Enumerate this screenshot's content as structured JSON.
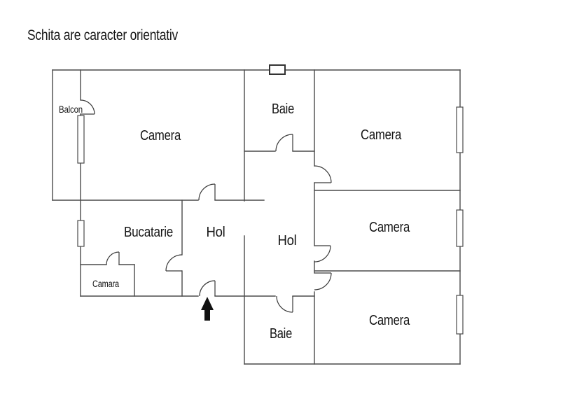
{
  "title": "Schita are caracter orientativ",
  "colors": {
    "background": "#ffffff",
    "wall": "#4a4a4a",
    "text": "#161616",
    "entrance_arrow": "#111111"
  },
  "icons": {
    "entrance_arrow": "up-arrow"
  },
  "rooms": {
    "balcon": {
      "label": "Balcon"
    },
    "camera_top_left": {
      "label": "Camera"
    },
    "baie_top": {
      "label": "Baie"
    },
    "camera_top_right": {
      "label": "Camera"
    },
    "bucatarie": {
      "label": "Bucatarie"
    },
    "hol_left": {
      "label": "Hol"
    },
    "hol_right": {
      "label": "Hol"
    },
    "camera_middle_right": {
      "label": "Camera"
    },
    "camara": {
      "label": "Camara"
    },
    "baie_bottom": {
      "label": "Baie"
    },
    "camera_bottom_right": {
      "label": "Camera"
    }
  }
}
